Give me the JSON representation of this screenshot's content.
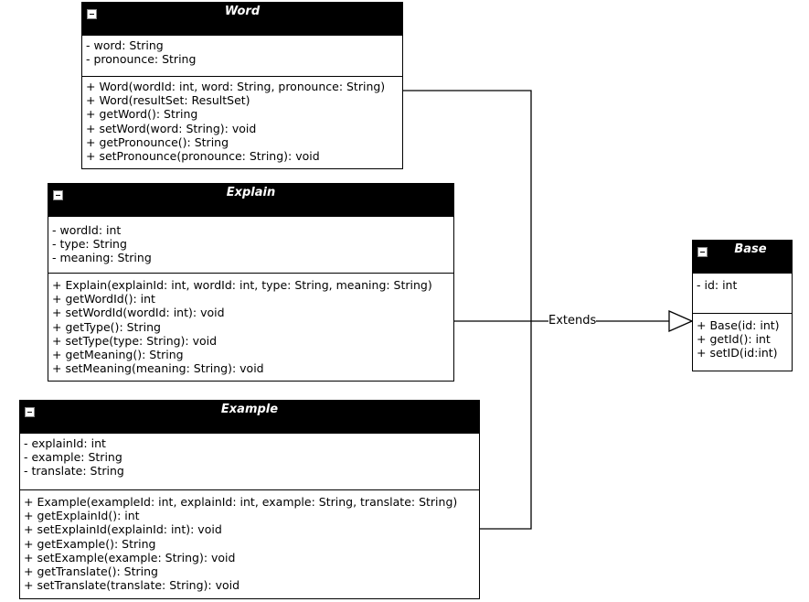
{
  "classes": {
    "word": {
      "name": "Word",
      "attributes": [
        "- word: String",
        "- pronounce: String"
      ],
      "methods": [
        "+ Word(wordId: int, word: String, pronounce: String)",
        "+ Word(resultSet: ResultSet)",
        "+ getWord(): String",
        "+ setWord(word: String): void",
        "+ getPronounce(): String",
        "+ setPronounce(pronounce: String): void"
      ]
    },
    "explain": {
      "name": "Explain",
      "attributes": [
        "- wordId: int",
        "- type: String",
        "- meaning: String"
      ],
      "methods": [
        "+ Explain(explainId: int, wordId: int, type: String, meaning: String)",
        "+ getWordId(): int",
        "+ setWordId(wordId: int): void",
        "+ getType(): String",
        "+ setType(type: String): void",
        "+ getMeaning(): String",
        "+ setMeaning(meaning: String): void"
      ]
    },
    "example": {
      "name": "Example",
      "attributes": [
        "- explainId: int",
        "- example: String",
        "- translate: String"
      ],
      "methods": [
        "+ Example(exampleId: int, explainId: int, example: String, translate: String)",
        "+ getExplainId(): int",
        "+ setExplainId(explainId: int): void",
        "+ getExample(): String",
        "+ setExample(example: String): void",
        "+ getTranslate(): String",
        "+ setTranslate(translate: String): void"
      ]
    },
    "base": {
      "name": "Base",
      "attributes": [
        "- id: int"
      ],
      "methods": [
        "+ Base(id: int)",
        "+ getId(): int",
        "+ setID(id:int)"
      ]
    }
  },
  "relations": {
    "extends_label": "Extends"
  }
}
